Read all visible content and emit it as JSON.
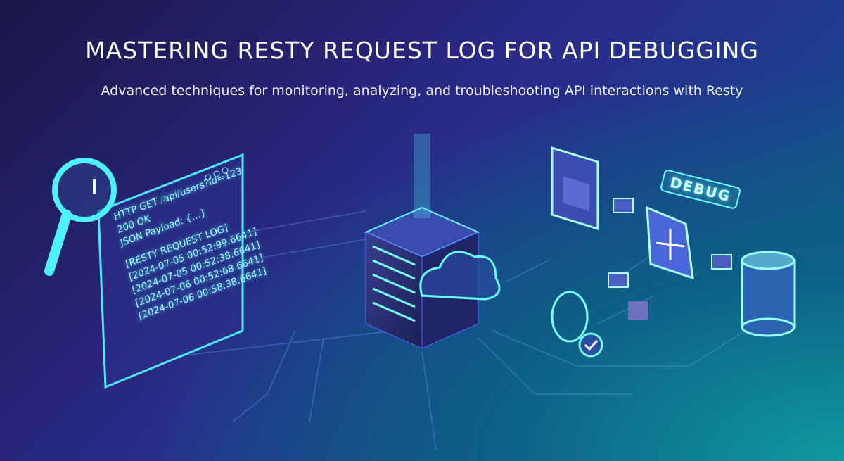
{
  "header": {
    "title": "MASTERING RESTY REQUEST LOG FOR API DEBUGGING",
    "subtitle": "Advanced techniques for monitoring, analyzing, and troubleshooting API interactions with Resty"
  },
  "log_panel": {
    "lines": [
      "HTTP GET /api/users?id=123",
      "200 OK",
      "JSON Payload: {...}"
    ],
    "log_title": "[RESTY REQUEST LOG]",
    "entries": [
      "[2024-07-05 00:52:99.6641]",
      "[2024-07-05 00:52:38.6641]",
      "[2024-07-06 00:52:68.6641]",
      "[2024-07-06 00:58:38.6641]"
    ]
  },
  "debug_badge": "DEBUG",
  "icons": [
    "magnifier-icon",
    "server-icon",
    "cloud-icon",
    "browser-window-icon",
    "envelope-icon",
    "router-icon",
    "bug-icon",
    "checkmark-icon",
    "database-icon",
    "folder-icon"
  ],
  "colors": {
    "accent": "#3ee0ff",
    "background_start": "#1c1748",
    "background_end": "#0f9aa0"
  }
}
